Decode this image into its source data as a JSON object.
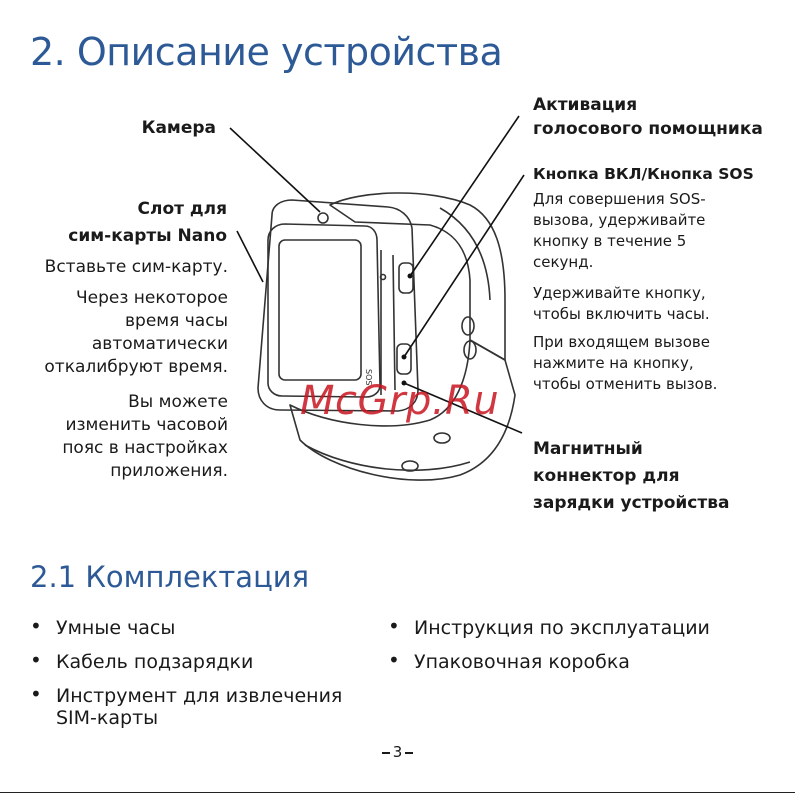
{
  "heading": "2. Описание устройства",
  "left_labels": {
    "camera": "Камера",
    "sim_slot_line1": "Слот для",
    "sim_slot_line2": "сим-карты Nano",
    "insert": "Вставьте сим-карту.",
    "calibrate": "Через некоторое время часы автоматически откалибруют время.",
    "timezone": "Вы можете изменить часовой пояс в настройках приложения."
  },
  "right_labels": {
    "assistant_line1": "Активация",
    "assistant_line2": "голосового помощника",
    "power_sos": "Кнопка ВКЛ/Кнопка SOS",
    "sos_call": "Для совершения SOS-вызова, удерживайте кнопку в течение 5 секунд.",
    "power_on": "Удерживайте кнопку, чтобы включить часы.",
    "reject_call": "При входящем вызове нажмите на кнопку, чтобы отменить вызов.",
    "magnetic_line1": "Магнитный",
    "magnetic_line2": "коннектор для",
    "magnetic_line3": "зарядки устройства"
  },
  "device_marking": "SOS",
  "subheading": "2.1 Комплектация",
  "kit_left": [
    "Умные часы",
    "Кабель подзарядки",
    "Инструмент для извлечения SIM-карты"
  ],
  "kit_right": [
    "Инструкция по эксплуатации",
    "Упаковочная коробка"
  ],
  "page_number": "3",
  "watermark": "McGrp.Ru",
  "colors": {
    "heading": "#2d5a96",
    "text": "#1a1a1a",
    "watermark": "#c8141e"
  }
}
